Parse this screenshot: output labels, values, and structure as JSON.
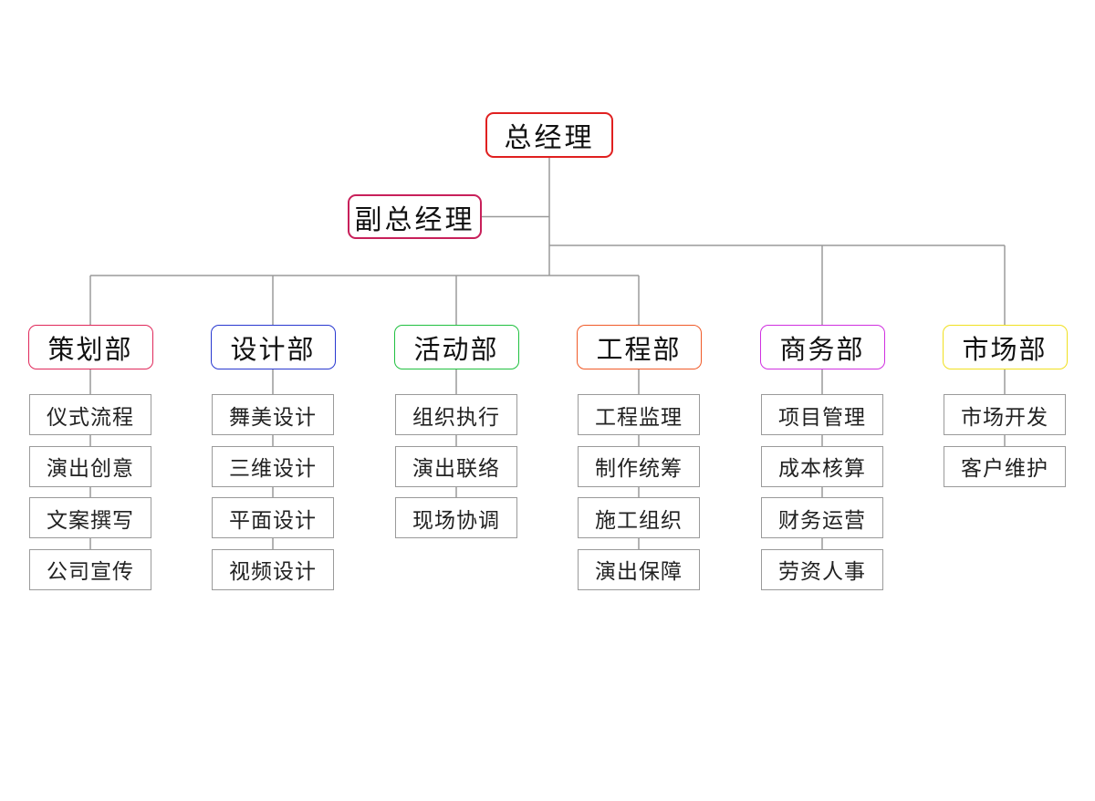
{
  "gm": {
    "label": "总经理",
    "color": "#e02020"
  },
  "vgm": {
    "label": "副总经理",
    "color": "#c8205a"
  },
  "line_color": "#9a9a9a",
  "departments": [
    {
      "label": "策划部",
      "color": "#e0285a",
      "children": [
        "仪式流程",
        "演出创意",
        "文案撰写",
        "公司宣传"
      ]
    },
    {
      "label": "设计部",
      "color": "#2838d0",
      "children": [
        "舞美设计",
        "三维设计",
        "平面设计",
        "视频设计"
      ]
    },
    {
      "label": "活动部",
      "color": "#20c040",
      "children": [
        "组织执行",
        "演出联络",
        "现场协调"
      ]
    },
    {
      "label": "工程部",
      "color": "#f05a28",
      "children": [
        "工程监理",
        "制作统筹",
        "施工组织",
        "演出保障"
      ]
    },
    {
      "label": "商务部",
      "color": "#d030e0",
      "children": [
        "项目管理",
        "成本核算",
        "财务运营",
        "劳资人事"
      ]
    },
    {
      "label": "市场部",
      "color": "#f0e020",
      "children": [
        "市场开发",
        "客户维护"
      ]
    }
  ]
}
